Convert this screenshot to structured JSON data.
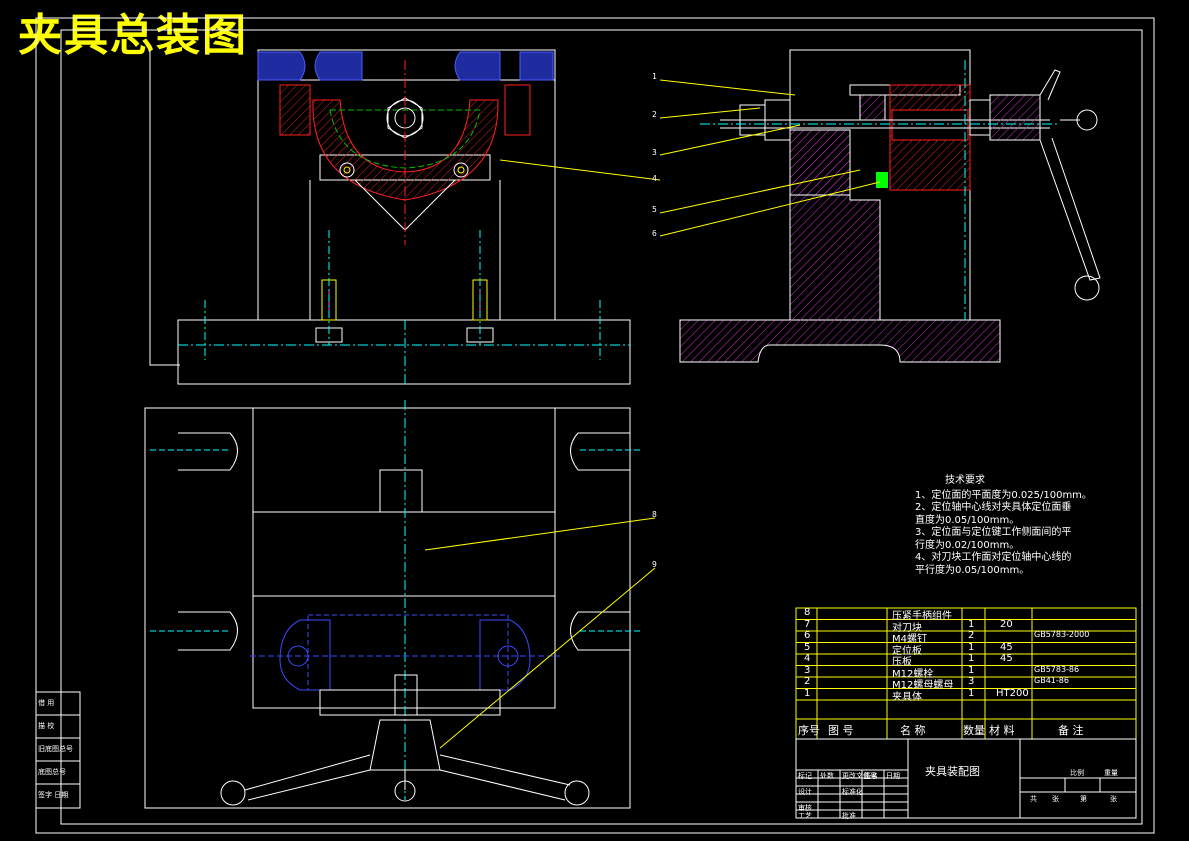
{
  "drawing_title": "夹具总装图",
  "tech_requirements": {
    "heading": "技术要求",
    "items": [
      "1、定位面的平面度为0.025/100mm。",
      "2、定位轴中心线对夹具体定位面垂",
      "   直度为0.05/100mm。",
      "3、定位面与定位键工作侧面间的平",
      "   行度为0.02/100mm。",
      "4、对刀块工作面对定位轴中心线的",
      "   平行度为0.05/100mm。"
    ]
  },
  "leader_numbers": [
    "1",
    "2",
    "3",
    "4",
    "5",
    "6",
    "8",
    "9"
  ],
  "bom": {
    "rows": [
      {
        "no": "8",
        "name": "压紧手柄组件",
        "qty": "",
        "material": "",
        "remark": ""
      },
      {
        "no": "7",
        "name": "对刀块",
        "qty": "1",
        "material": "20",
        "remark": ""
      },
      {
        "no": "6",
        "name": "M4螺钉",
        "qty": "2",
        "material": "",
        "remark": "GB5783-2000"
      },
      {
        "no": "5",
        "name": "定位板",
        "qty": "1",
        "material": "45",
        "remark": ""
      },
      {
        "no": "4",
        "name": "压板",
        "qty": "1",
        "material": "45",
        "remark": ""
      },
      {
        "no": "3",
        "name": "M12螺栓",
        "qty": "1",
        "material": "",
        "remark": "GB5783-86"
      },
      {
        "no": "2",
        "name": "M12螺母螺母",
        "qty": "3",
        "material": "",
        "remark": "GB41-86"
      },
      {
        "no": "1",
        "name": "夹具体",
        "qty": "1",
        "material": "HT200",
        "remark": ""
      }
    ],
    "header": {
      "no": "序号",
      "drawing_no": "图 号",
      "name": "名 称",
      "qty": "数量",
      "material": "材 料",
      "remark": "备 注"
    }
  },
  "title_block": {
    "title": "夹具装配图",
    "cells": [
      "标记",
      "处数",
      "更改文件号",
      "签名",
      "日期",
      "设计",
      "审核",
      "工艺",
      "标准化",
      "批准",
      "比例",
      "重量",
      "共",
      "张",
      "第",
      "张"
    ]
  },
  "side_labels": [
    "借 用",
    "描 校",
    "旧底图总号",
    "底图总号",
    "签字 日期"
  ]
}
